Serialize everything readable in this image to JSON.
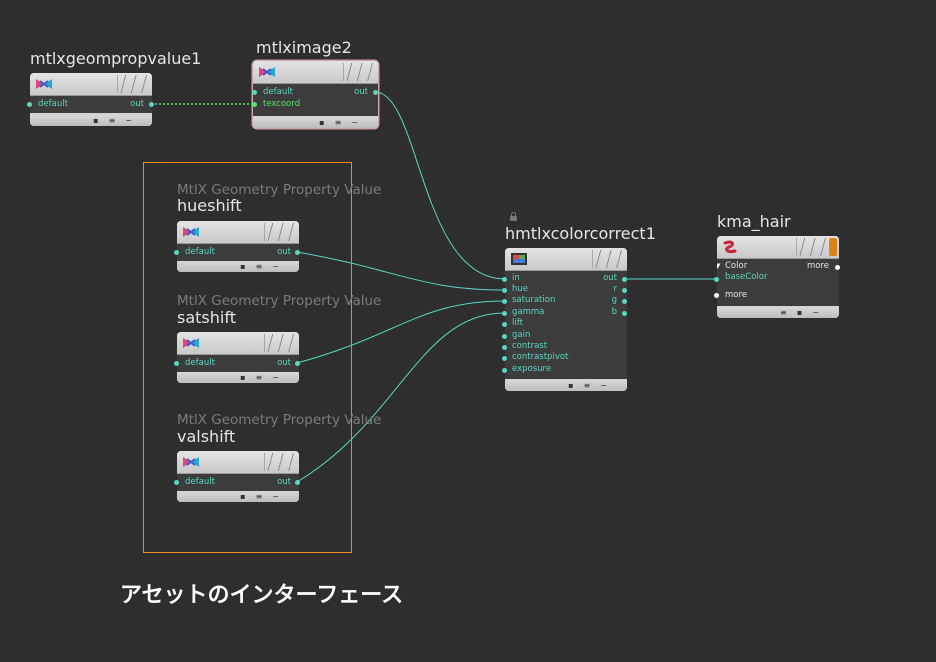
{
  "nodes": {
    "geomprop": {
      "title": "mtlxgeompropvalue1",
      "in_port": "default",
      "out_port": "out"
    },
    "image": {
      "title": "mtlximage2",
      "in_ports": [
        "default",
        "texcoord"
      ],
      "out_port": "out"
    },
    "hueshift": {
      "subtitle": "MtlX Geometry Property Value",
      "title": "hueshift",
      "in_port": "default",
      "out_port": "out"
    },
    "satshift": {
      "subtitle": "MtlX Geometry Property Value",
      "title": "satshift",
      "in_port": "default",
      "out_port": "out"
    },
    "valshift": {
      "subtitle": "MtlX Geometry Property Value",
      "title": "valshift",
      "in_port": "default",
      "out_port": "out"
    },
    "colorcorrect": {
      "title": "hmtlxcolorcorrect1",
      "in_ports": [
        "in",
        "hue",
        "saturation",
        "gamma",
        "lift",
        "gain",
        "contrast",
        "contrastpivot",
        "exposure"
      ],
      "out_ports": [
        "out",
        "r",
        "g",
        "b"
      ]
    },
    "hair": {
      "title": "kma_hair",
      "group_label": "Color",
      "group_more": "more",
      "in_port": "baseColor",
      "more_label": "more"
    }
  },
  "caption": "アセットのインターフェース",
  "colors": {
    "background": "#2e2e2e",
    "wire": "#5ad6c4",
    "wire_green": "#55e26a",
    "selection_frame": "#f08a1f",
    "hair_accent": "#d9821a"
  },
  "icons": {
    "materialx": "materialx-icon",
    "colorcorrect": "colorcorrect-icon",
    "hair": "hair-shader-icon",
    "lock": "lock-icon"
  }
}
